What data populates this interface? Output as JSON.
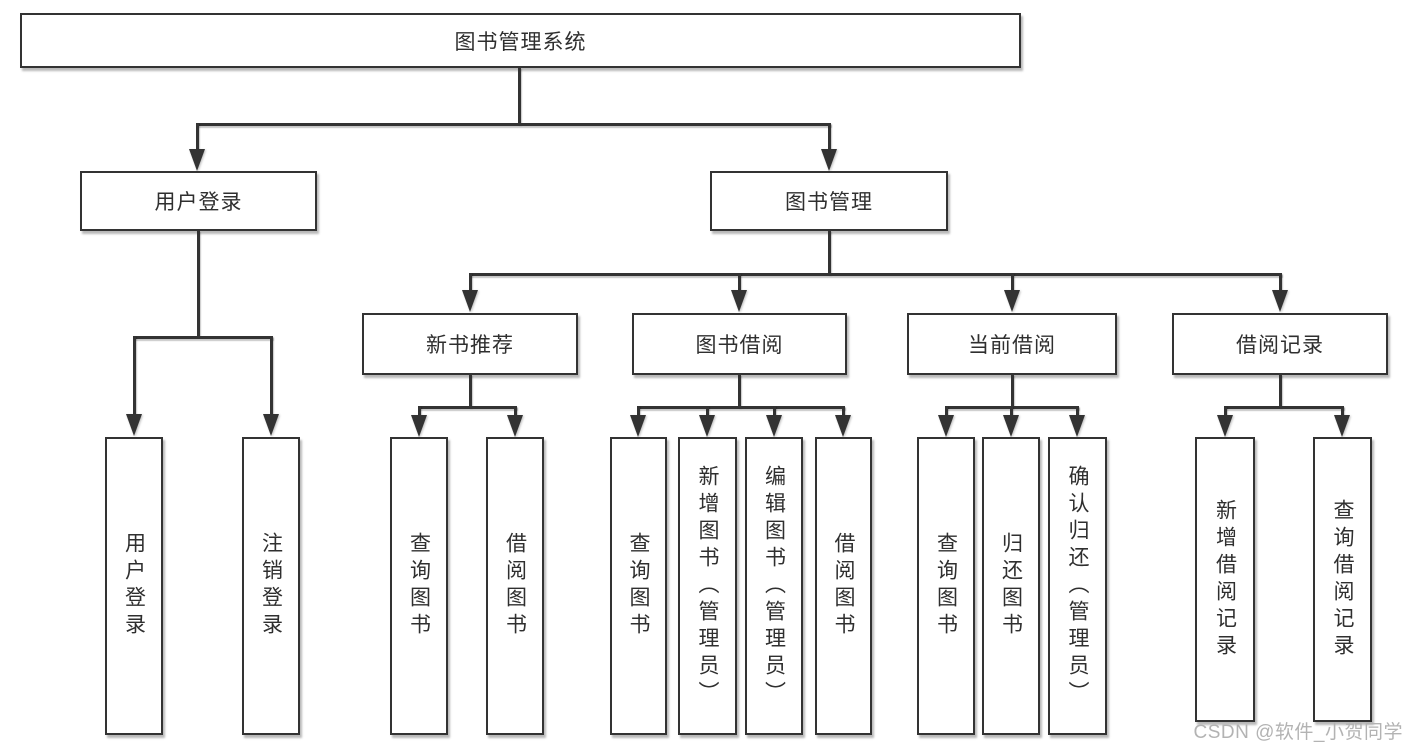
{
  "diagram": {
    "root": {
      "label": "图书管理系统"
    },
    "branches": [
      {
        "label": "用户登录",
        "children": [
          "用户登录",
          "注销登录"
        ]
      },
      {
        "label": "图书管理",
        "groups": [
          {
            "label": "新书推荐",
            "children": [
              "查询图书",
              "借阅图书"
            ]
          },
          {
            "label": "图书借阅",
            "children": [
              "查询图书",
              "新增图书（管理员）",
              "编辑图书（管理员）",
              "借阅图书"
            ]
          },
          {
            "label": "当前借阅",
            "children": [
              "查询图书",
              "归还图书",
              "确认归还（管理员）"
            ]
          },
          {
            "label": "借阅记录",
            "children": [
              "新增借阅记录",
              "查询借阅记录"
            ]
          }
        ]
      }
    ]
  },
  "watermark": {
    "text": "CSDN @软件_小贺同学"
  },
  "colors": {
    "line": "#333333",
    "text": "#2f2f2f",
    "watermark": "#b3b3b3",
    "background": "#ffffff"
  }
}
